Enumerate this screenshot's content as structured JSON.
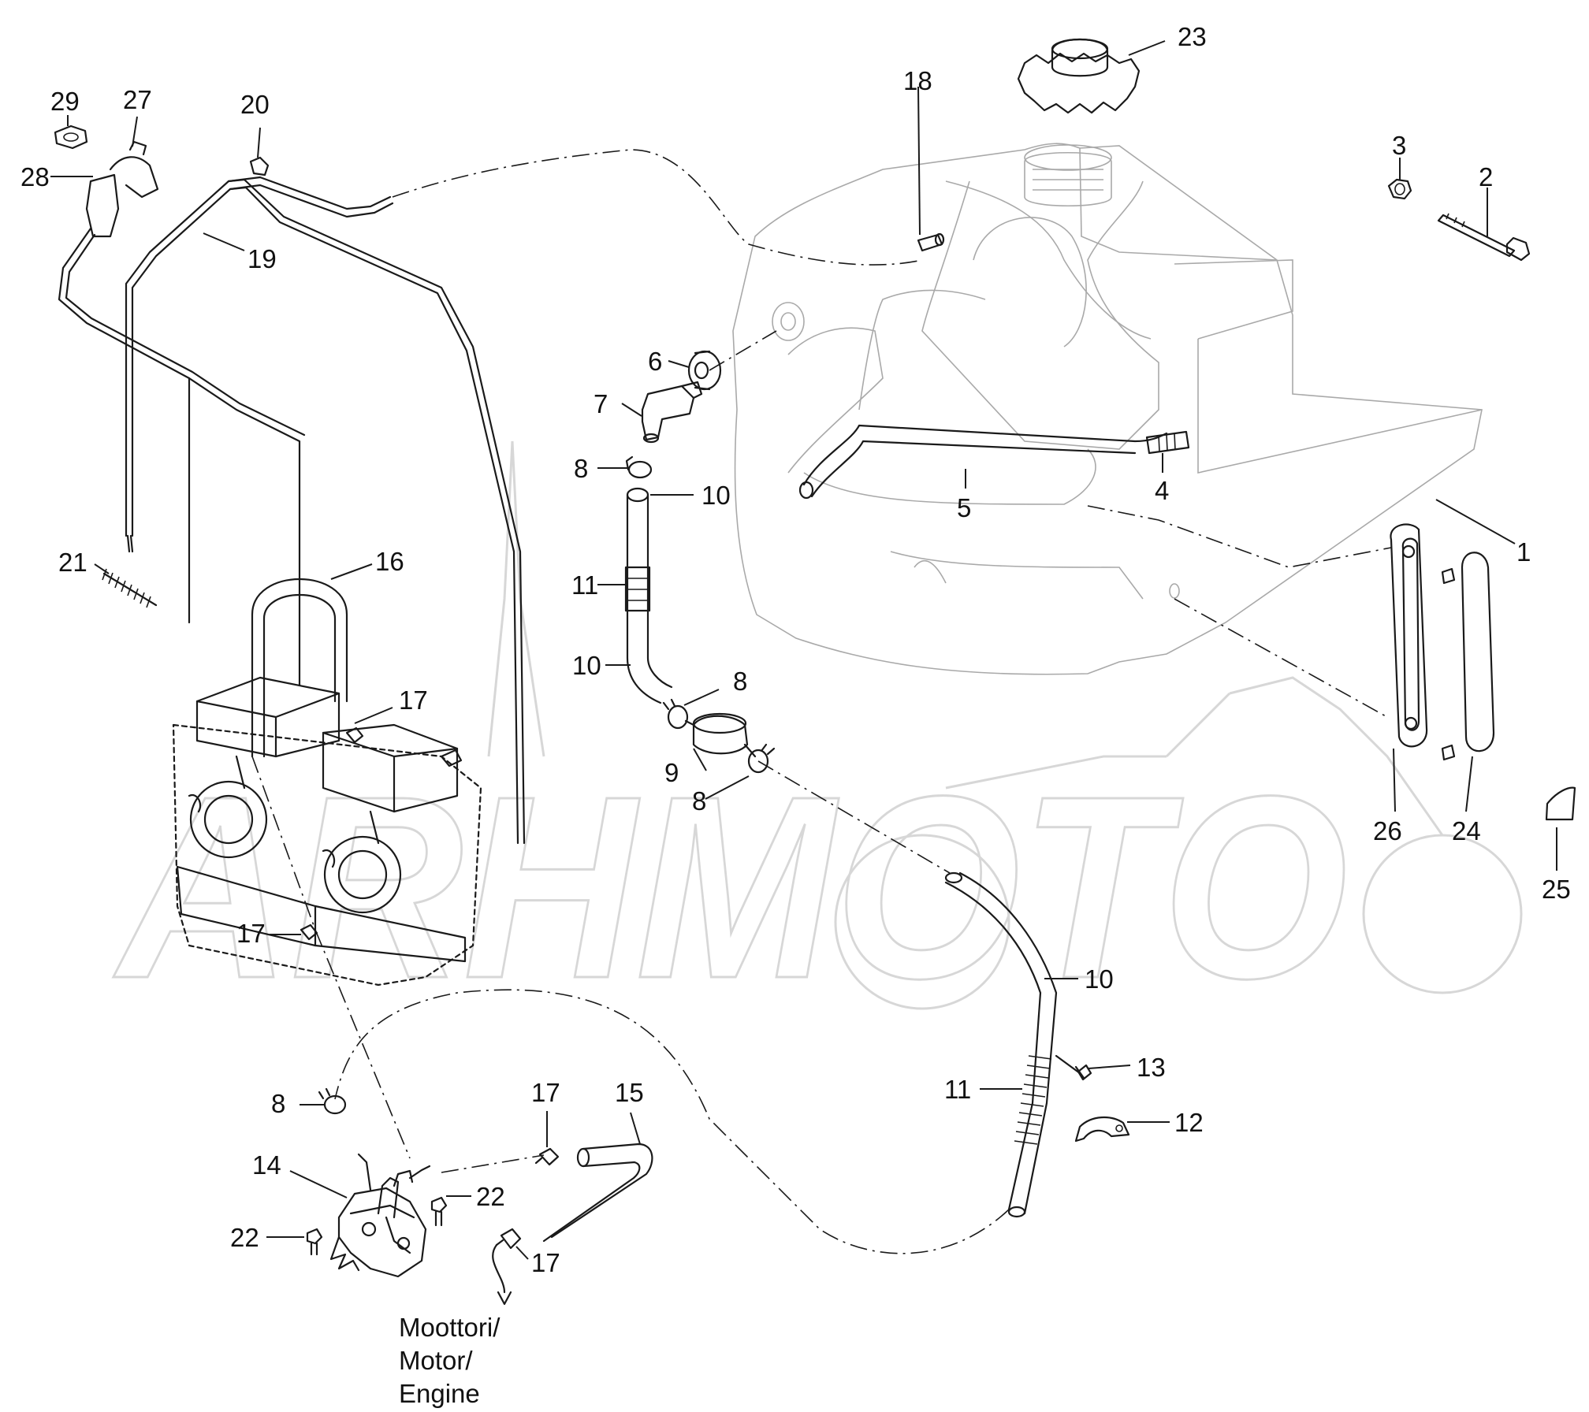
{
  "callouts": [
    {
      "id": "c1",
      "text": "1"
    },
    {
      "id": "c2",
      "text": "2"
    },
    {
      "id": "c3",
      "text": "3"
    },
    {
      "id": "c4",
      "text": "4"
    },
    {
      "id": "c5",
      "text": "5"
    },
    {
      "id": "c6",
      "text": "6"
    },
    {
      "id": "c7",
      "text": "7"
    },
    {
      "id": "c8a",
      "text": "8"
    },
    {
      "id": "c8b",
      "text": "8"
    },
    {
      "id": "c8c",
      "text": "8"
    },
    {
      "id": "c8d",
      "text": "8"
    },
    {
      "id": "c9",
      "text": "9"
    },
    {
      "id": "c10a",
      "text": "10"
    },
    {
      "id": "c10b",
      "text": "10"
    },
    {
      "id": "c10c",
      "text": "10"
    },
    {
      "id": "c11a",
      "text": "11"
    },
    {
      "id": "c11b",
      "text": "11"
    },
    {
      "id": "c12",
      "text": "12"
    },
    {
      "id": "c13",
      "text": "13"
    },
    {
      "id": "c14",
      "text": "14"
    },
    {
      "id": "c15",
      "text": "15"
    },
    {
      "id": "c16",
      "text": "16"
    },
    {
      "id": "c17a",
      "text": "17"
    },
    {
      "id": "c17b",
      "text": "17"
    },
    {
      "id": "c17c",
      "text": "17"
    },
    {
      "id": "c17d",
      "text": "17"
    },
    {
      "id": "c18",
      "text": "18"
    },
    {
      "id": "c19",
      "text": "19"
    },
    {
      "id": "c20",
      "text": "20"
    },
    {
      "id": "c21",
      "text": "21"
    },
    {
      "id": "c22a",
      "text": "22"
    },
    {
      "id": "c22b",
      "text": "22"
    },
    {
      "id": "c23",
      "text": "23"
    },
    {
      "id": "c24",
      "text": "24"
    },
    {
      "id": "c25",
      "text": "25"
    },
    {
      "id": "c26",
      "text": "26"
    },
    {
      "id": "c27",
      "text": "27"
    },
    {
      "id": "c28",
      "text": "28"
    },
    {
      "id": "c29",
      "text": "29"
    }
  ],
  "engine_note": [
    "Moottori/",
    "Motor/",
    "Engine"
  ],
  "watermark": "ARHMOTO",
  "colors": {
    "line": "#1a1a1a",
    "tank_outline": "#a9a9a9",
    "watermark": "#d7d7d7",
    "background": "#ffffff"
  }
}
